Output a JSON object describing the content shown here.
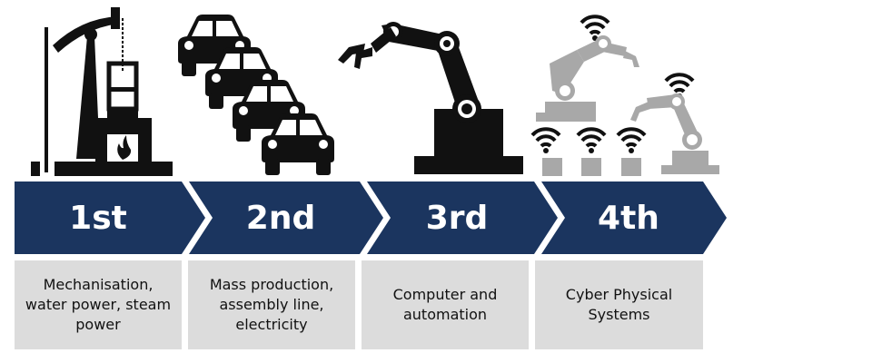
{
  "stages": [
    {
      "label": "1st",
      "description": "Mechanisation,\nwater power, steam\npower",
      "icon": "steam-engine-icon"
    },
    {
      "label": "2nd",
      "description": "Mass production,\nassembly line,\nelectricity",
      "icon": "assembly-line-cars-icon"
    },
    {
      "label": "3rd",
      "description": "Computer and\nautomation",
      "icon": "robot-arm-icon"
    },
    {
      "label": "4th",
      "description": "Cyber Physical\nSystems",
      "icon": "connected-robots-icon"
    }
  ],
  "colors": {
    "arrow": "#1b355f",
    "description_bg": "#dcdcdc",
    "icon_dark": "#111111",
    "icon_grey": "#a8a8a8"
  }
}
